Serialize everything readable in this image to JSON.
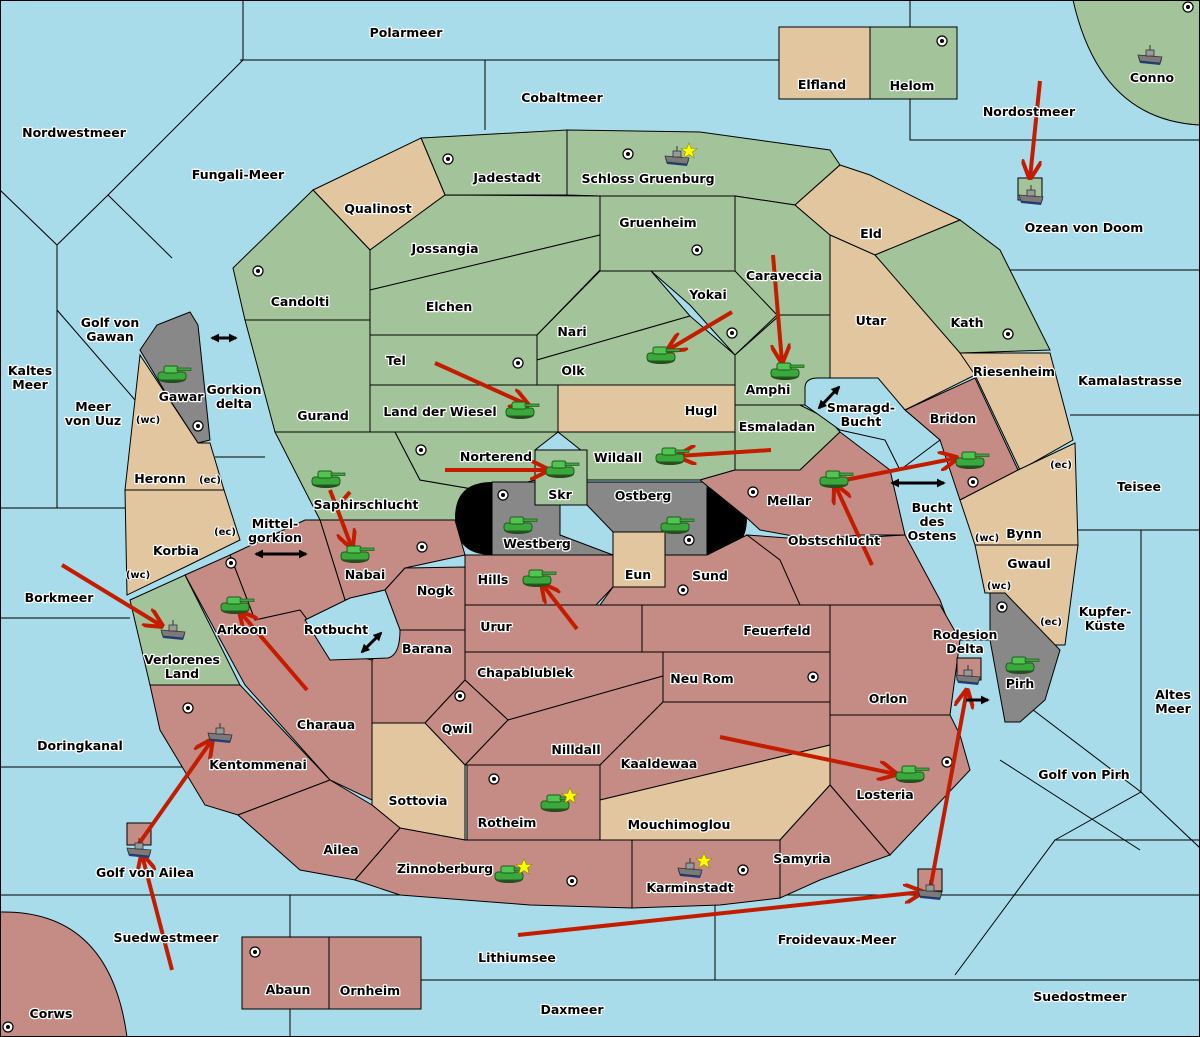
{
  "map": {
    "colors": {
      "sea": "#a8dcea",
      "faction_green": "#a3c49a",
      "neutral_tan": "#e2c69f",
      "faction_red": "#c48c84",
      "impassable_gray": "#888888",
      "order_arrow": "#c41c00",
      "supply_star": "#ffff00"
    },
    "sea_regions": [
      "Polarmeer",
      "Cobaltmeer",
      "Nordwestmeer",
      "Fungali-Meer",
      "Nordostmeer",
      "Ozean von Doom",
      "Golf von Gawan",
      "Kaltes Meer",
      "Meer von Uuz",
      "Gorkion delta",
      "Mittel-gorkion",
      "Rotbucht",
      "Borkmeer",
      "Doringkanal",
      "Golf von Ailea",
      "Suedwestmeer",
      "Lithiumsee",
      "Daxmeer",
      "Froidevaux-Meer",
      "Suedostmeer",
      "Golf von Pirh",
      "Altes Meer",
      "Kupfer-Küste",
      "Teisee",
      "Kamalastrasse",
      "Smaragd-Bucht",
      "Bucht des Ostens",
      "Rodesion Delta"
    ],
    "green_regions": [
      "Helom",
      "Conno",
      "Jadestadt",
      "Schloss Gruenburg",
      "Candolti",
      "Jossangia",
      "Elchen",
      "Gruenheim",
      "Caraveccia",
      "Yokai",
      "Nari",
      "Olk",
      "Tel",
      "Land der Wiesel",
      "Amphi",
      "Esmaladan",
      "Gurand",
      "Norterend",
      "Wildall",
      "Skr",
      "Saphirschlucht",
      "Kath",
      "Verlorenes Land"
    ],
    "tan_regions": [
      "Elfland",
      "Qualinost",
      "Eld",
      "Utar",
      "Riesenheim",
      "Hugl",
      "Heronn",
      "Korbia",
      "Bynn",
      "Gwaul",
      "Eun",
      "Sottovia",
      "Mouchimoglou"
    ],
    "red_regions": [
      "Bridon",
      "Mellar",
      "Obstschlucht",
      "Nabai",
      "Arkoon",
      "Nogk",
      "Hills",
      "Sund",
      "Barana",
      "Urur",
      "Feuerfeld",
      "Chapablublek",
      "Neu Rom",
      "Orlon",
      "Charaua",
      "Qwil",
      "Nilldall",
      "Kaaldewaa",
      "Losteria",
      "Kentommenai",
      "Rotheim",
      "Sottovia",
      "Ailea",
      "Zinnoberburg",
      "Karminstadt",
      "Samyria",
      "Abaun",
      "Ornheim",
      "Corws"
    ],
    "gray_regions": [
      "Gawar",
      "Westberg",
      "Ostberg",
      "Pirh"
    ],
    "coast_tags": {
      "wc": "(wc)",
      "ec": "(ec)"
    },
    "labels": {
      "polarmeer": "Polarmeer",
      "cobaltmeer": "Cobaltmeer",
      "nordwestmeer": "Nordwestmeer",
      "fungali": "Fungali-Meer",
      "elfland": "Elfland",
      "helom": "Helom",
      "conno": "Conno",
      "nordostmeer": "Nordostmeer",
      "ozean": "Ozean von Doom",
      "jadestadt": "Jadestadt",
      "schloss": "Schloss Gruenburg",
      "qualinost": "Qualinost",
      "jossangia": "Jossangia",
      "gruenheim": "Gruenheim",
      "eld": "Eld",
      "candolti": "Candolti",
      "elchen": "Elchen",
      "caraveccia": "Caraveccia",
      "yokai": "Yokai",
      "utar": "Utar",
      "kath": "Kath",
      "golfgawan1": "Golf von",
      "golfgawan2": "Gawan",
      "nari": "Nari",
      "tel": "Tel",
      "olk": "Olk",
      "kaltes1": "Kaltes",
      "kaltes2": "Meer",
      "gawar": "Gawar",
      "gorkion1": "Gorkion",
      "gorkion2": "delta",
      "amphi": "Amphi",
      "riesenheim": "Riesenheim",
      "kamala": "Kamalastrasse",
      "meeruuz1": "Meer",
      "meeruuz2": "von Uuz",
      "wiesel": "Land der Wiesel",
      "hugl": "Hugl",
      "gurand": "Gurand",
      "smaragd1": "Smaragd-",
      "smaragd2": "Bucht",
      "bridon": "Bridon",
      "esmaladan": "Esmaladan",
      "norterend": "Norterend",
      "wildall": "Wildall",
      "heronn": "Heronn",
      "skr": "Skr",
      "ostberg": "Ostberg",
      "mellar": "Mellar",
      "teisee": "Teisee",
      "saphir": "Saphirschlucht",
      "bucht1": "Bucht",
      "bucht2": "des",
      "bucht3": "Ostens",
      "mittel1": "Mittel-",
      "mittel2": "gorkion",
      "westberg": "Westberg",
      "obst": "Obstschlucht",
      "bynn": "Bynn",
      "korbia": "Korbia",
      "nabai": "Nabai",
      "eun": "Eun",
      "sund": "Sund",
      "hills": "Hills",
      "gwaul": "Gwaul",
      "nogk": "Nogk",
      "borkmeer": "Borkmeer",
      "kupfer1": "Kupfer-",
      "kupfer2": "Küste",
      "urur": "Urur",
      "arkoon": "Arkoon",
      "rotbucht": "Rotbucht",
      "feuerfeld": "Feuerfeld",
      "rodesion1": "Rodesion",
      "rodesion2": "Delta",
      "barana": "Barana",
      "verlorenes1": "Verlorenes",
      "verlorenes2": "Land",
      "chapa": "Chapablublek",
      "neurom": "Neu Rom",
      "pirh": "Pirh",
      "altes1": "Altes",
      "altes2": "Meer",
      "orlon": "Orlon",
      "charaua": "Charaua",
      "qwil": "Qwil",
      "doringkanal": "Doringkanal",
      "nilldall": "Nilldall",
      "kentommenai": "Kentommenai",
      "kaaldewaa": "Kaaldewaa",
      "golfpirh": "Golf von Pirh",
      "losteria": "Losteria",
      "sottovia": "Sottovia",
      "rotheim": "Rotheim",
      "mouchi": "Mouchimoglou",
      "ailea": "Ailea",
      "samyria": "Samyria",
      "golfailea": "Golf von Ailea",
      "zinnoberburg": "Zinnoberburg",
      "karminstadt": "Karminstadt",
      "suedwest": "Suedwestmeer",
      "froidevaux": "Froidevaux-Meer",
      "lithiumsee": "Lithiumsee",
      "abaun": "Abaun",
      "ornheim": "Ornheim",
      "suedost": "Suedostmeer",
      "daxmeer": "Daxmeer",
      "corws": "Corws"
    },
    "units": [
      {
        "type": "fleet",
        "region": "Schloss Gruenburg",
        "capital_star": true
      },
      {
        "type": "fleet",
        "region": "Conno"
      },
      {
        "type": "fleet",
        "region": "Ozean von Doom"
      },
      {
        "type": "army",
        "region": "Gawar"
      },
      {
        "type": "army",
        "region": "Olk"
      },
      {
        "type": "army",
        "region": "Amphi"
      },
      {
        "type": "army",
        "region": "Land der Wiesel"
      },
      {
        "type": "army",
        "region": "Skr"
      },
      {
        "type": "army",
        "region": "Wildall"
      },
      {
        "type": "army",
        "region": "Saphirschlucht"
      },
      {
        "type": "army",
        "region": "Westberg"
      },
      {
        "type": "army",
        "region": "Ostberg"
      },
      {
        "type": "army",
        "region": "Obstschlucht"
      },
      {
        "type": "army",
        "region": "Bridon"
      },
      {
        "type": "army",
        "region": "Nabai"
      },
      {
        "type": "army",
        "region": "Hills"
      },
      {
        "type": "army",
        "region": "Arkoon"
      },
      {
        "type": "fleet",
        "region": "Verlorenes Land"
      },
      {
        "type": "fleet",
        "region": "Kentommenai"
      },
      {
        "type": "army",
        "region": "Pirh"
      },
      {
        "type": "fleet",
        "region": "Rodesion Delta"
      },
      {
        "type": "army",
        "region": "Losteria"
      },
      {
        "type": "army",
        "region": "Rotheim",
        "capital_star": true
      },
      {
        "type": "army",
        "region": "Zinnoberburg",
        "capital_star": true
      },
      {
        "type": "fleet",
        "region": "Karminstadt",
        "capital_star": true
      },
      {
        "type": "fleet",
        "region": "Golf von Ailea"
      },
      {
        "type": "fleet",
        "region": "Froidevaux-Meer"
      }
    ]
  }
}
